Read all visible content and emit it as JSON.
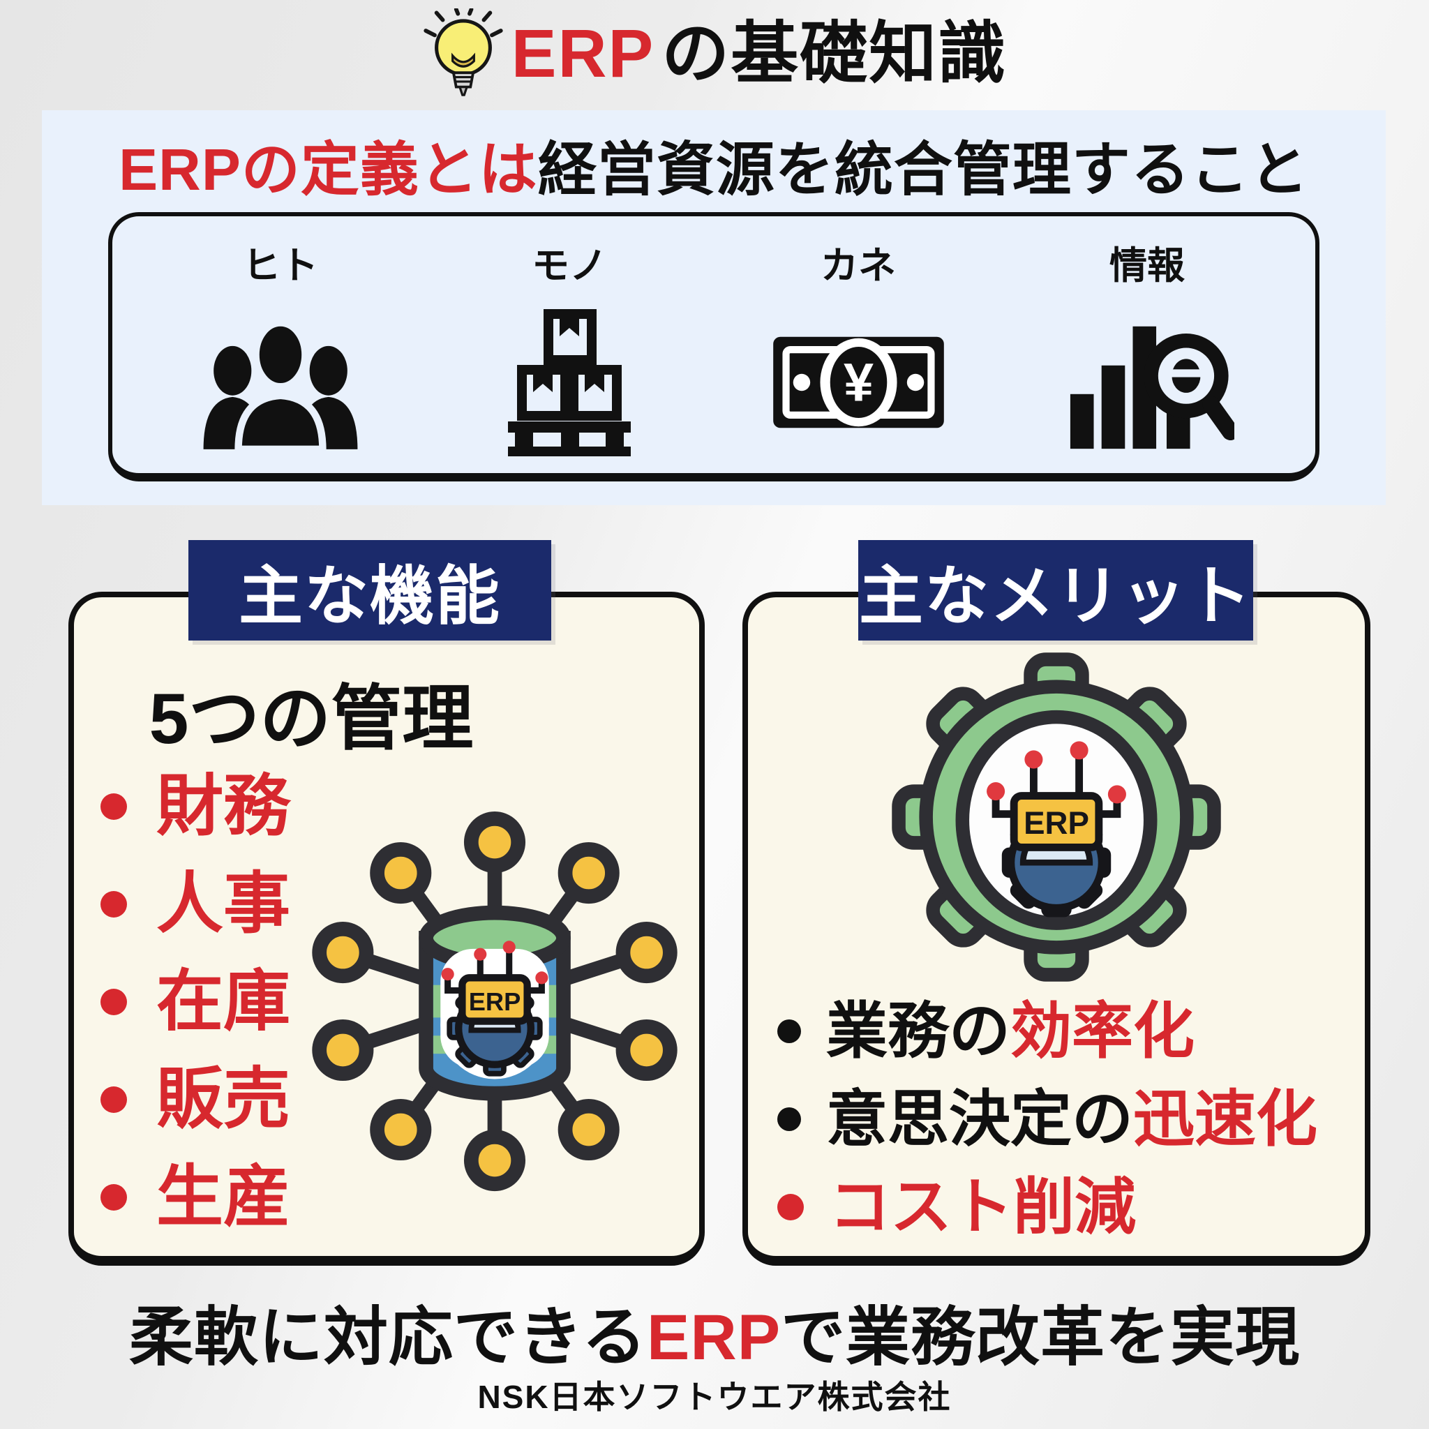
{
  "colors": {
    "accent_red": "#d7282e",
    "navy": "#1b2a6b",
    "light_blue_bg": "#e9f1fc",
    "cream_bg": "#faf7ea",
    "green": "#8dc98d",
    "gear_blue": "#3c6390",
    "node_yellow": "#f5c242",
    "dot_red": "#e0393f"
  },
  "title": {
    "icon": "lightbulb-icon",
    "erp": "ERP",
    "rest": "の基礎知識"
  },
  "definition": {
    "heading_red": "ERPの定義とは",
    "heading_black": "経営資源を統合管理すること",
    "resources": [
      {
        "label": "ヒト",
        "icon": "people-icon"
      },
      {
        "label": "モノ",
        "icon": "boxes-icon"
      },
      {
        "label": "カネ",
        "icon": "money-icon"
      },
      {
        "label": "情報",
        "icon": "chart-icon"
      }
    ]
  },
  "functions": {
    "badge": "主な機能",
    "subtitle": "5つの管理",
    "items": [
      "財務",
      "人事",
      "在庫",
      "販売",
      "生産"
    ],
    "illustration": "erp-database-network",
    "erp_tag": "ERP"
  },
  "merits": {
    "badge": "主なメリット",
    "illustration": "erp-gear",
    "erp_tag": "ERP",
    "items": [
      {
        "black": "業務の",
        "red": "効率化",
        "bullet": "black"
      },
      {
        "black": "意思決定の",
        "red": "迅速化",
        "bullet": "black"
      },
      {
        "black": "",
        "red": "コスト削減",
        "bullet": "red"
      }
    ]
  },
  "footer": {
    "headline_black1": "柔軟に対応できる",
    "headline_red": "ERP",
    "headline_black2": "で業務改革を実現",
    "company": "NSK日本ソフトウエア株式会社"
  }
}
